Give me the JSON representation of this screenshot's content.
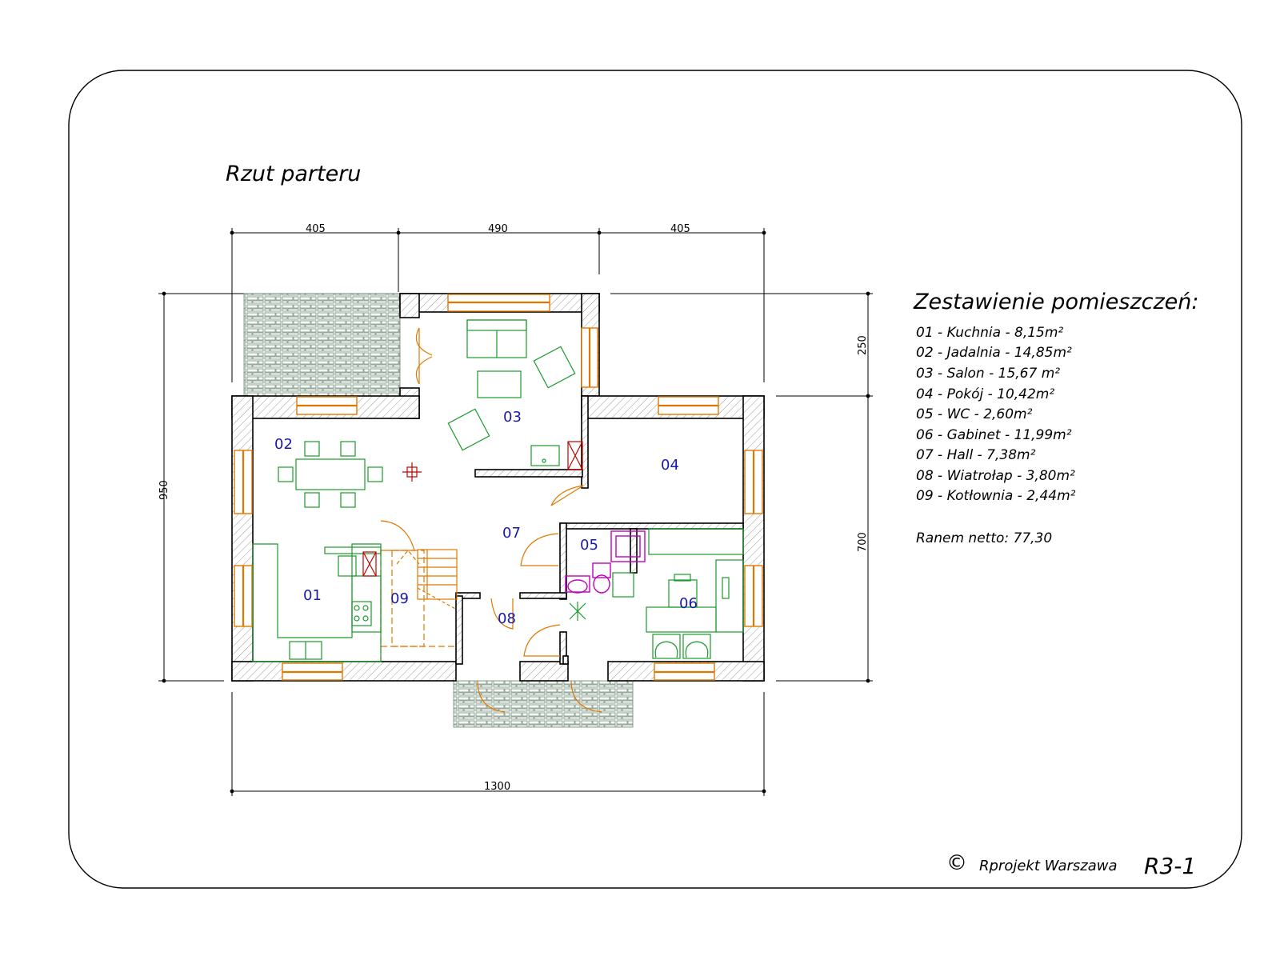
{
  "plan": {
    "title": "Rzut parteru",
    "dimensions": {
      "top_left": "405",
      "top_middle": "490",
      "top_right": "405",
      "bottom_total": "1300",
      "left_total": "950",
      "right_upper": "250",
      "right_lower": "700"
    },
    "rooms": [
      {
        "number": "01"
      },
      {
        "number": "02"
      },
      {
        "number": "03"
      },
      {
        "number": "04"
      },
      {
        "number": "05"
      },
      {
        "number": "06"
      },
      {
        "number": "07"
      },
      {
        "number": "08"
      },
      {
        "number": "09"
      }
    ]
  },
  "schedule": {
    "heading": "Zestawienie pomieszczeń:",
    "items": [
      {
        "text": "01  -  Kuchnia  -  8,15m²"
      },
      {
        "text": "02  -  Jadalnia  -  14,85m²"
      },
      {
        "text": "03  -  Salon  -  15,67 m²"
      },
      {
        "text": "04  -  Pokój  -  10,42m²"
      },
      {
        "text": "05  -  WC  -  2,60m²"
      },
      {
        "text": "06  -  Gabinet  -  11,99m²"
      },
      {
        "text": "07  -  Hall  -  7,38m²"
      },
      {
        "text": "08  -  Wiatrołap  -  3,80m²"
      },
      {
        "text": "09  -  Kotłownia  -  2,44m²"
      }
    ],
    "total": "Ranem netto: 77,30"
  },
  "footer": {
    "copyright_symbol": "©",
    "company": "Rprojekt Warszawa",
    "code": "R3-1"
  },
  "colors": {
    "room_label": "#1a1aa8",
    "furniture": "#1a9a2a",
    "windows_doors": "#e07800",
    "sanitary": "#c000c0",
    "chimney": "#c00000"
  }
}
